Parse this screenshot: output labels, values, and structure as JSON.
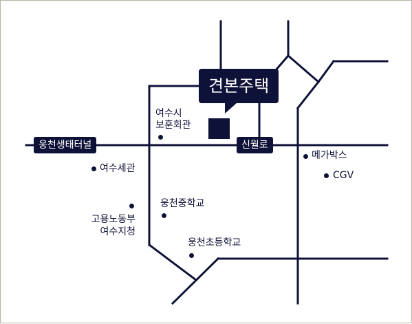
{
  "title": "견본주택",
  "road_labels": {
    "bus_terminal": "웅천생태터널",
    "sinwol_ro": "신월로"
  },
  "places": {
    "yeosu_city_hall": [
      "여수시",
      "보훈회관"
    ],
    "yeosu_customs": "여수세관",
    "labor_ministry": [
      "고용노동부",
      "여수지청"
    ],
    "ungcheon_middle": "웅천중학교",
    "ungcheon_elementary": "웅천초등학교",
    "megabox": "메가박스",
    "cgv": "CGV"
  },
  "colors": {
    "ink": "#0f1238",
    "border": "#b8b3a4",
    "background": "#ffffff"
  }
}
